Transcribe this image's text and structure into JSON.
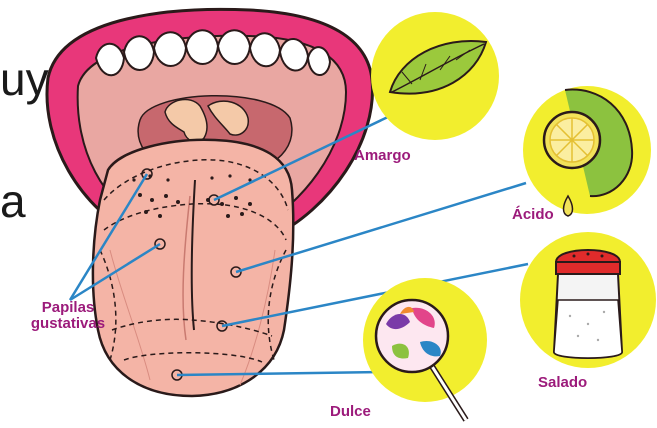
{
  "background_text": [
    "uy",
    "a"
  ],
  "labels": {
    "papilas": "Papilas",
    "gustativas": "gustativas",
    "amargo": "Amargo",
    "acido": "Ácido",
    "salado": "Salado",
    "dulce": "Dulce"
  },
  "icons": {
    "amargo": "leaf-icon",
    "acido": "lemon-icon",
    "salado": "salt-shaker-icon",
    "dulce": "lollipop-icon"
  },
  "colors": {
    "circle_fill": "#f2ee2e",
    "label_color": "#9c1b7b",
    "pointer_line": "#2b86c6",
    "lip_color": "#e8377a",
    "tongue_color": "#f4b4a6"
  }
}
